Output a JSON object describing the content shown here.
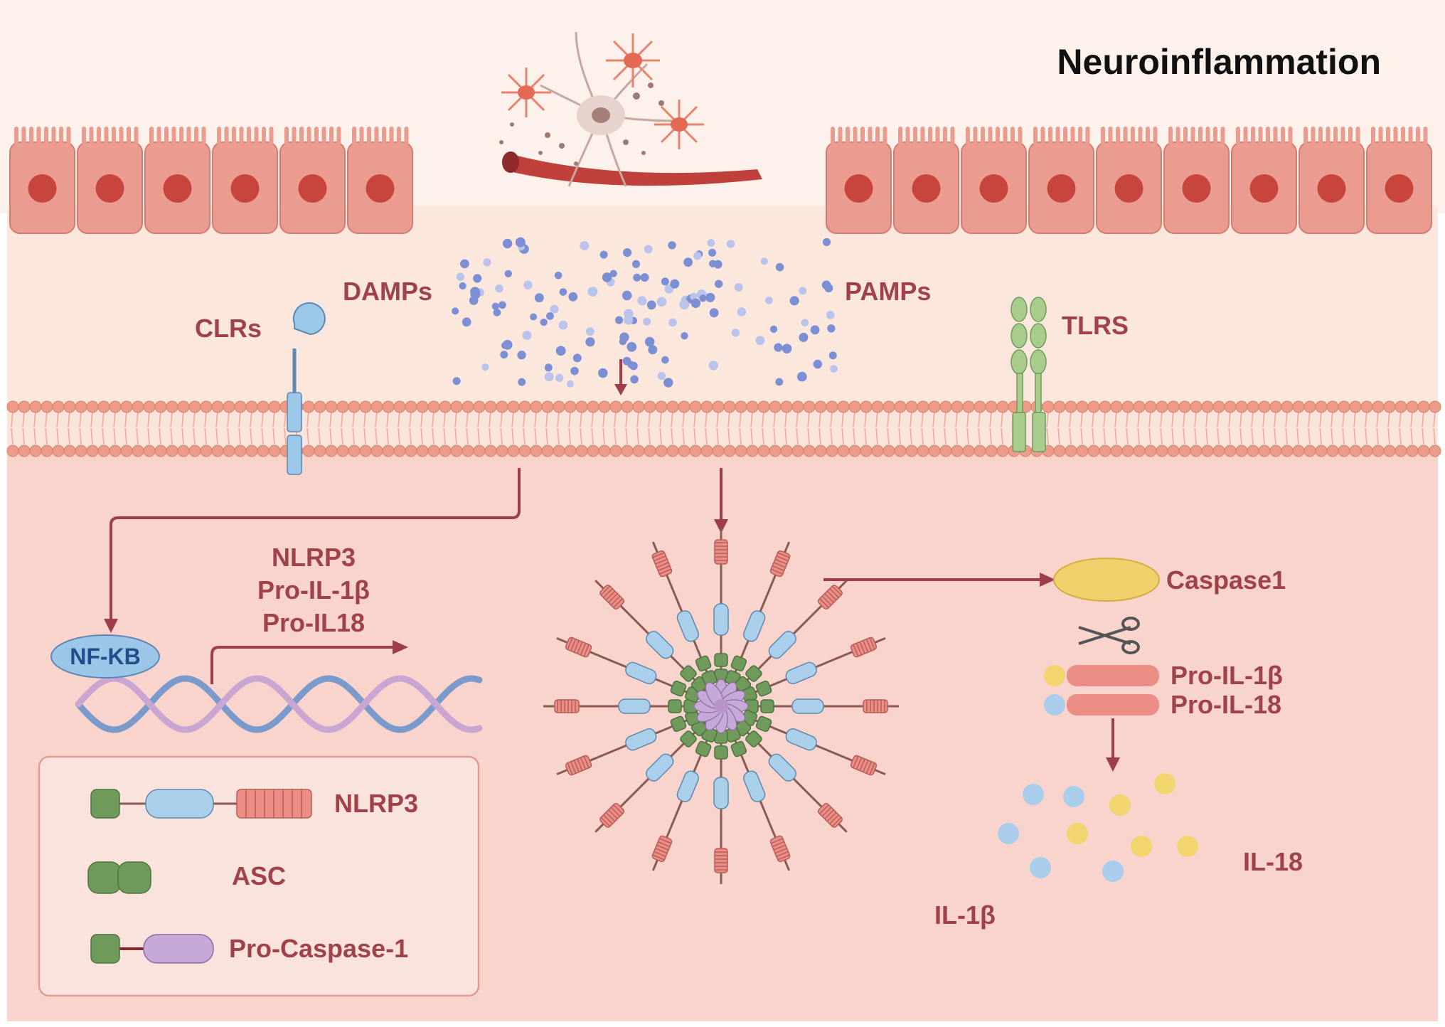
{
  "title": "Neuroinflammation",
  "labels": {
    "damps": "DAMPs",
    "pamps": "PAMPs",
    "clrs": "CLRs",
    "tlrs": "TLRS",
    "gene_products": [
      "NLRP3",
      "Pro-IL-1β",
      "Pro-IL18"
    ],
    "nfkb": "NF-KB",
    "caspase1": "Caspase1",
    "pro_il1b": "Pro-IL-1β",
    "pro_il18": "Pro-IL-18",
    "il1b": "IL-1β",
    "il18": "IL-18"
  },
  "legend": {
    "items": [
      {
        "id": "nlrp3",
        "label": "NLRP3"
      },
      {
        "id": "asc",
        "label": "ASC"
      },
      {
        "id": "procasp",
        "label": "Pro-Caspase-1"
      }
    ]
  },
  "colors": {
    "background_top": "#FDF1EC",
    "extracellular": "#FBE7DC",
    "intracellular": "#F8D4CD",
    "epithelial_cell": "#EB9C90",
    "nucleus": "#C8453E",
    "membrane_head": "#EE9C8A",
    "label": "#A0424A",
    "arrow": "#9E3E4A",
    "pattern_molecule": "#7D8FD4",
    "pyd_domain": "#EC8E86",
    "nacht_domain": "#A9CFEA",
    "card_domain": "#6F9A5C",
    "caspase_domain": "#C5A9D6",
    "caspase1": "#F0D06A",
    "il1b_dot": "#F2D56E",
    "il18_dot": "#A9CDEB",
    "tlr": "#A8CC8C",
    "clr": "#9BC7E8"
  }
}
